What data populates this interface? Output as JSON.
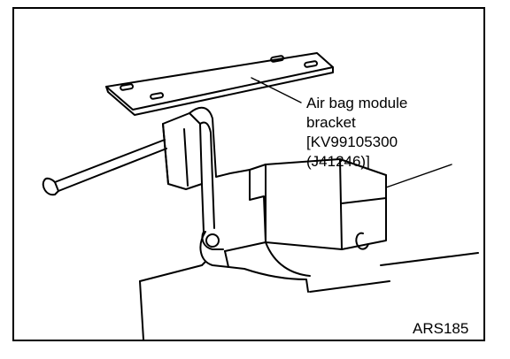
{
  "figure": {
    "callout": {
      "line1": "Air bag module",
      "line2": "bracket",
      "line3": "[KV99105300",
      "line4": "(J41246)]"
    },
    "code": "ARS185"
  },
  "colors": {
    "ink": "#000000",
    "paper": "#ffffff"
  }
}
